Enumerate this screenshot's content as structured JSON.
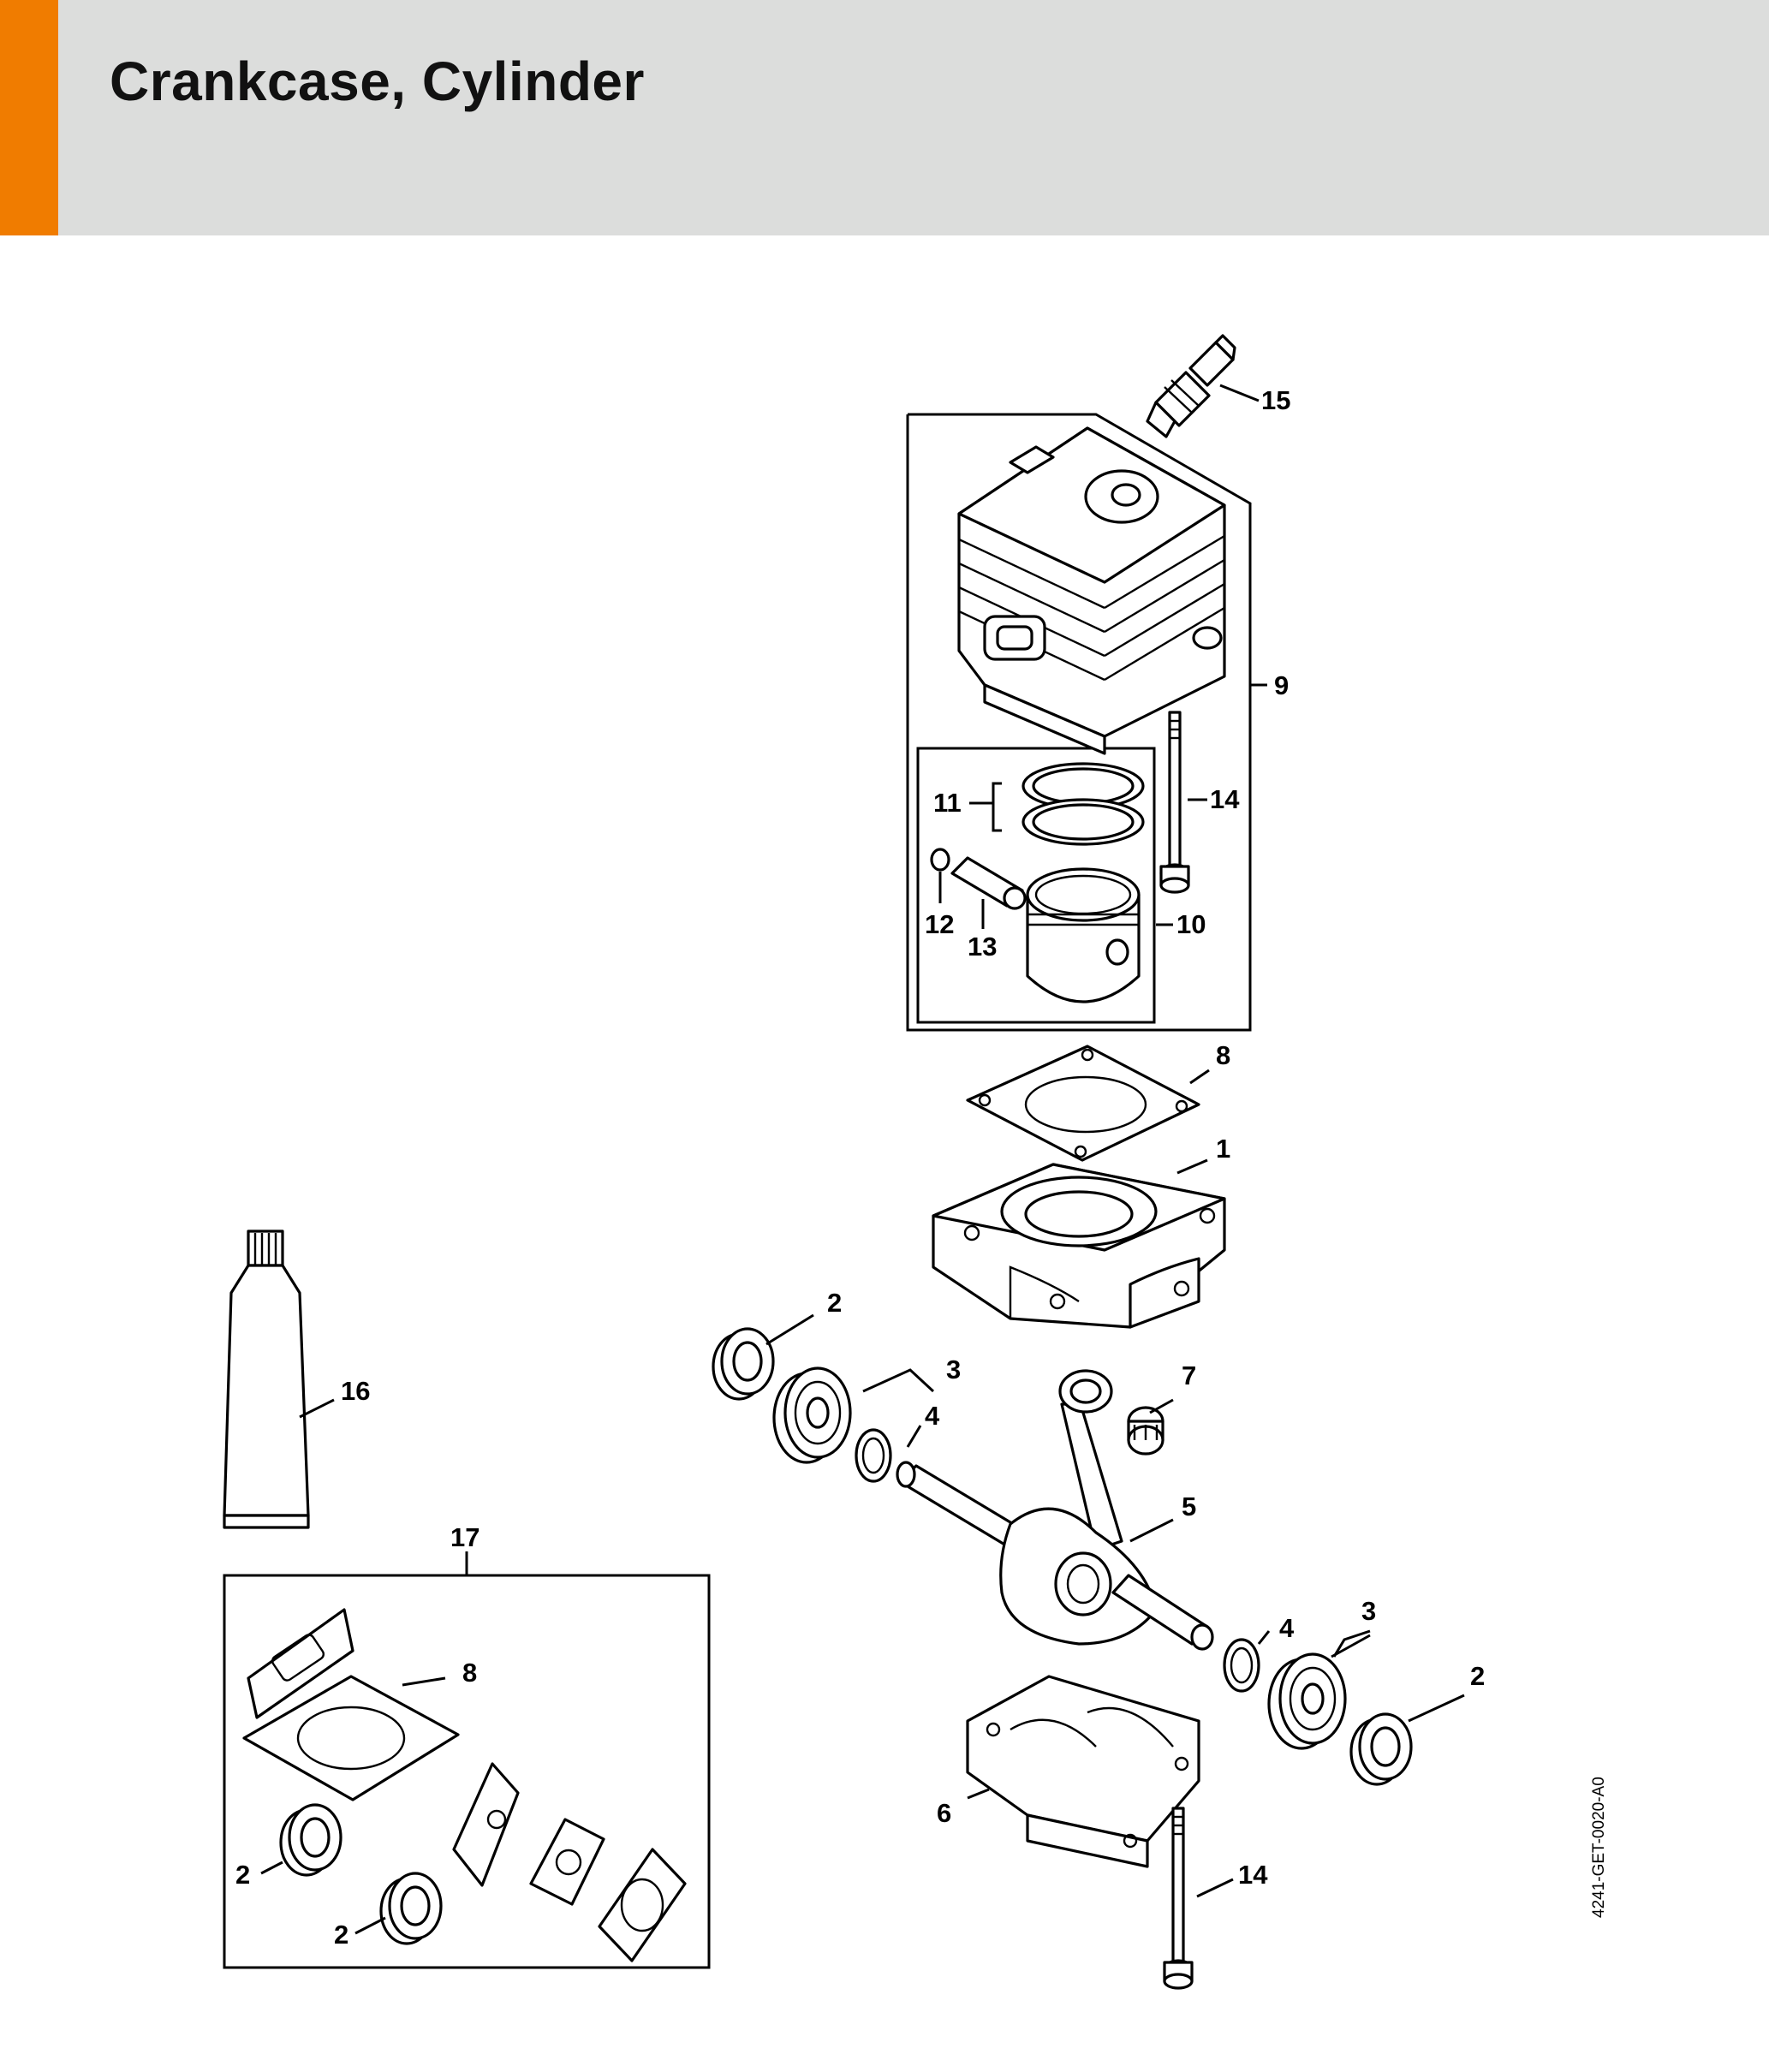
{
  "header": {
    "title": "Crankcase, Cylinder",
    "accent_color": "#f07c00",
    "background_color": "#dcdddc"
  },
  "diagram": {
    "reference_code": "4241-GET-0020-A0",
    "callouts": {
      "c1": "1",
      "c2a": "2",
      "c2b": "2",
      "c2c": "2",
      "c2d": "2",
      "c3a": "3",
      "c3b": "3",
      "c4a": "4",
      "c4b": "4",
      "c5": "5",
      "c6": "6",
      "c7": "7",
      "c8a": "8",
      "c8b": "8",
      "c9": "9",
      "c10": "10",
      "c11": "11",
      "c12": "12",
      "c13": "13",
      "c14a": "14",
      "c14b": "14",
      "c15": "15",
      "c16": "16",
      "c17": "17"
    }
  }
}
